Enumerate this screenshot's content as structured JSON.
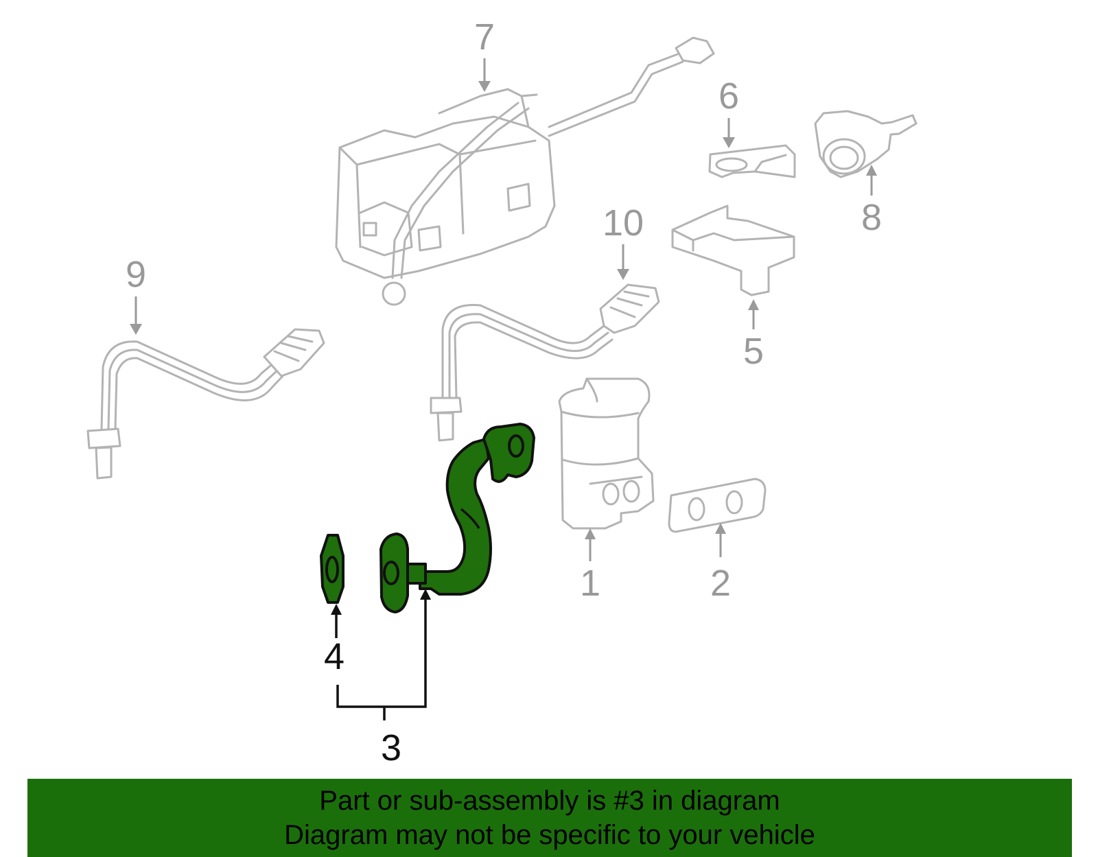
{
  "callouts": {
    "c1": "1",
    "c2": "2",
    "c3": "3",
    "c4": "4",
    "c5": "5",
    "c6": "6",
    "c7": "7",
    "c8": "8",
    "c9": "9",
    "c10": "10"
  },
  "highlighted_part": "3",
  "colors": {
    "highlight": "#1f6f0c",
    "banner": "#1b6f0b",
    "unselected_parts": "#b3b3b3"
  },
  "banner": {
    "line1": "Part or sub-assembly is #3 in diagram",
    "line2": "Diagram may not be specific to your vehicle"
  }
}
